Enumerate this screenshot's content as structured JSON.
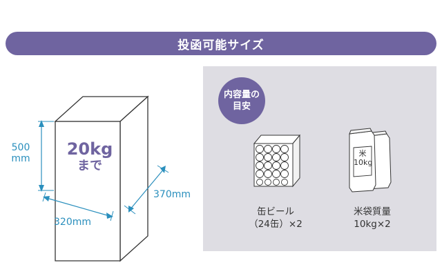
{
  "header": {
    "title": "投函可能サイズ"
  },
  "box": {
    "height_label": "500\nmm",
    "width_label": "320mm",
    "depth_label": "370mm",
    "weight_label": "20kg",
    "until_label": "まで"
  },
  "guide": {
    "badge_label": "内容量の\n目安",
    "items": [
      {
        "name": "缶ビール",
        "detail": "（24缶）×2"
      },
      {
        "name": "米袋質量",
        "detail": "10kg×2",
        "bag_text": "米\n10kg"
      }
    ]
  },
  "colors": {
    "accent_purple": "#6f64a0",
    "dimension_blue": "#2a8fbd",
    "panel_gray": "#dedde3"
  }
}
